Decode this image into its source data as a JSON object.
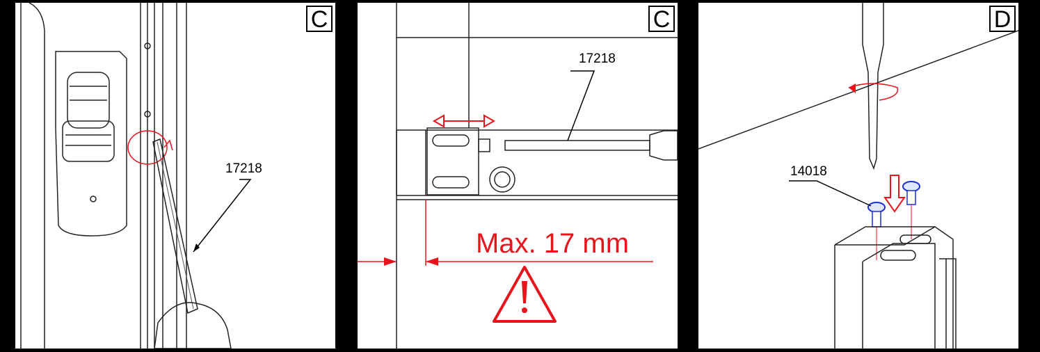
{
  "panels": [
    {
      "tag": "C",
      "callout": "17218"
    },
    {
      "tag": "C",
      "callout": "17218",
      "max_label": "Max. 17 mm"
    },
    {
      "tag": "D",
      "callout": "14018"
    }
  ],
  "colors": {
    "accent_red": "#e8141c",
    "screw_blue": "#1c2fd6",
    "line": "#000000"
  }
}
